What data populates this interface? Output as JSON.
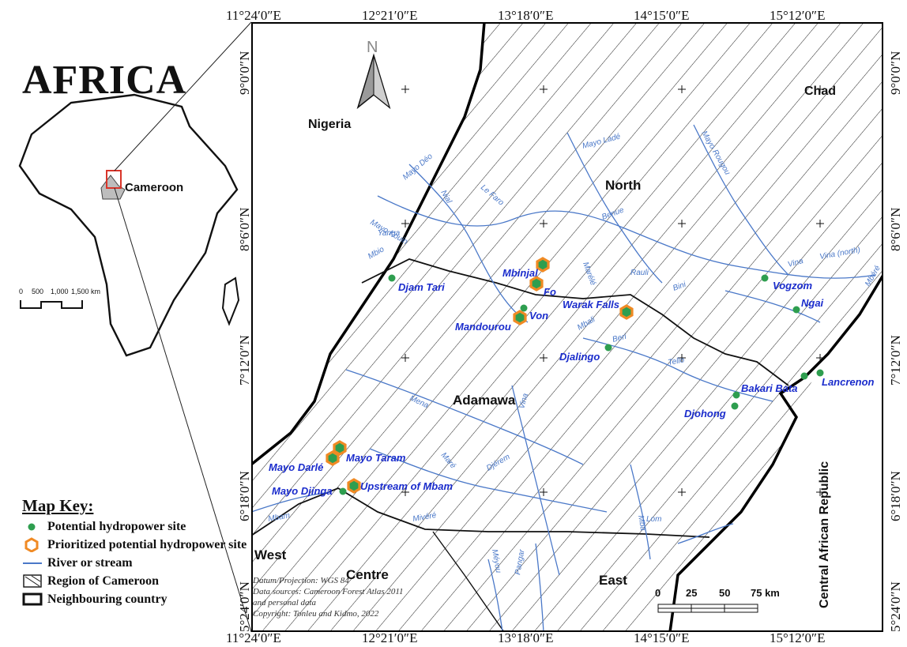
{
  "inset": {
    "title": "AFRICA",
    "country_label": "Cameroon",
    "scale_ticks": [
      "0",
      "500",
      "1,000",
      "1,500 km"
    ]
  },
  "legend": {
    "title": "Map Key:",
    "items": [
      {
        "label": "Potential hydropower site"
      },
      {
        "label": "Prioritized potential hydropower site"
      },
      {
        "label": "River or stream"
      },
      {
        "label": "Region of Cameroon"
      },
      {
        "label": "Neighbouring country"
      }
    ]
  },
  "graticule": {
    "top": [
      "11°24′0″E",
      "12°21′0″E",
      "13°18′0″E",
      "14°15′0″E",
      "15°12′0″E"
    ],
    "bottom": [
      "11°24′0″E",
      "12°21′0″E",
      "13°18′0″E",
      "14°15′0″E",
      "15°12′0″E"
    ],
    "left": [
      "9°0′0″N",
      "8°6′0″N",
      "7°12′0″N",
      "6°18′0″N",
      "5°24′0″N"
    ],
    "right": [
      "9°0′0″N",
      "8°6′0″N",
      "7°12′0″N",
      "6°18′0″N",
      "5°24′0″N"
    ]
  },
  "countries": {
    "nigeria": "Nigeria",
    "chad": "Chad",
    "car": "Central African Republic"
  },
  "regions": {
    "north": "North",
    "adamawa": "Adamawa",
    "west": "West",
    "centre": "Centre",
    "east": "East"
  },
  "rivers": {
    "mayo_deo": "Mayo Déo",
    "faro": "Le Faro",
    "nial": "Nial",
    "mayo_kouin": "Mayo Kouin",
    "yanga": "Yanga",
    "mbio": "Mbio",
    "mayo_lade": "Mayo Ladé",
    "mayo_rougou": "Mayo Rougou",
    "benue": "Benue",
    "marele": "Marélé",
    "rauli": "Rauli",
    "bini": "Bini",
    "vina": "Vina",
    "vina_north": "Vina (north)",
    "mbere": "Mbéré",
    "mbali": "Mbali",
    "beri": "Beri",
    "tello": "Tello",
    "mena": "Mena",
    "vina_s": "Vina",
    "mare": "Maré",
    "djerem": "Djérem",
    "mivere": "Mivéré",
    "mbam": "Mbam",
    "meyou": "Méyou",
    "pangar": "Pangar",
    "mba": "Mba",
    "lom": "Lom"
  },
  "sites": {
    "potential": [
      {
        "name": "Djam Tari"
      },
      {
        "name": "Von"
      },
      {
        "name": "Djalingo"
      },
      {
        "name": "Vogzom"
      },
      {
        "name": "Ngai"
      },
      {
        "name": "Bakari Bata"
      },
      {
        "name": "Djohong"
      },
      {
        "name": "Lancrenon"
      },
      {
        "name": "Mayo Djinga"
      }
    ],
    "prioritized": [
      {
        "name": "Mbinjal"
      },
      {
        "name": "Fo"
      },
      {
        "name": "Mandourou"
      },
      {
        "name": "Warak Falls"
      },
      {
        "name": "Mayo Taram"
      },
      {
        "name": "Mayo Darlé"
      },
      {
        "name": "Upstream of Mbam"
      }
    ]
  },
  "north_arrow": "N",
  "credits": [
    "Datum/Projection: WGS 84",
    "Data sources: Cameroon Forest Atlas 2011",
    "and personal data",
    "Copyright: Tonleu and Kidmo, 2022"
  ],
  "scale": {
    "ticks": [
      "0",
      "25",
      "50",
      "75 km"
    ]
  },
  "colors": {
    "river": "#4a78c8",
    "potential_site": "#2e9e4f",
    "prioritized_site": "#f08a24",
    "label": "#1a2ccc",
    "boundary": "#000000",
    "inset_highlight": "#d9352a"
  }
}
